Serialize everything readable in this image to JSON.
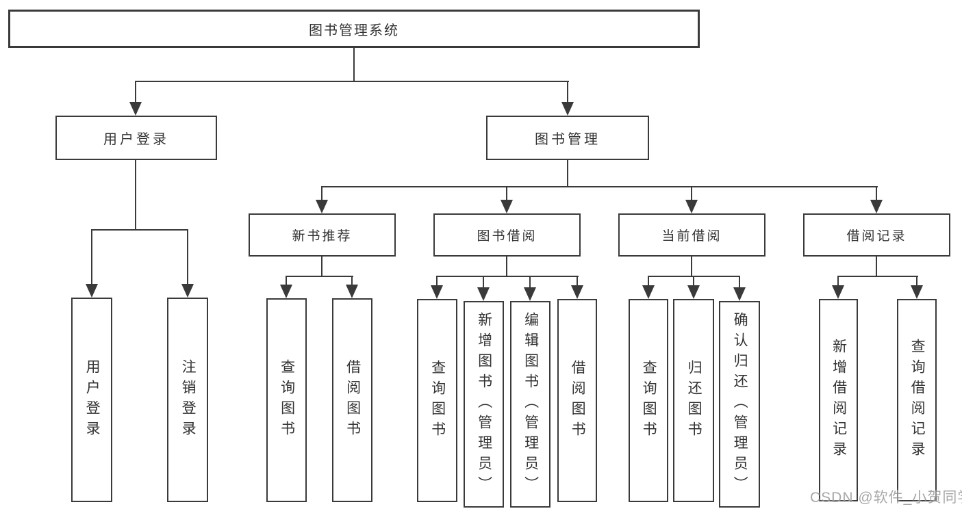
{
  "diagram": {
    "root": {
      "label": "图书管理系统"
    },
    "branches": [
      {
        "label": "用户登录",
        "children": [
          {
            "label": "用户登录"
          },
          {
            "label": "注销登录"
          }
        ]
      },
      {
        "label": "图书管理",
        "children": [
          {
            "label": "新书推荐",
            "children": [
              {
                "label": "查询图书"
              },
              {
                "label": "借阅图书"
              }
            ]
          },
          {
            "label": "图书借阅",
            "children": [
              {
                "label": "查询图书"
              },
              {
                "label": "新增图书（管理员）"
              },
              {
                "label": "编辑图书（管理员）"
              },
              {
                "label": "借阅图书"
              }
            ]
          },
          {
            "label": "当前借阅",
            "children": [
              {
                "label": "查询图书"
              },
              {
                "label": "归还图书"
              },
              {
                "label": "确认归还（管理员）"
              }
            ]
          },
          {
            "label": "借阅记录",
            "children": [
              {
                "label": "新增借阅记录"
              },
              {
                "label": "查询借阅记录"
              }
            ]
          }
        ]
      }
    ],
    "colors": {
      "line": "#3a3a3a",
      "text": "#333333",
      "background": "#ffffff"
    }
  },
  "watermark": {
    "text": "CSDN @软件_小贺同学",
    "color": "#9b9b9b"
  }
}
